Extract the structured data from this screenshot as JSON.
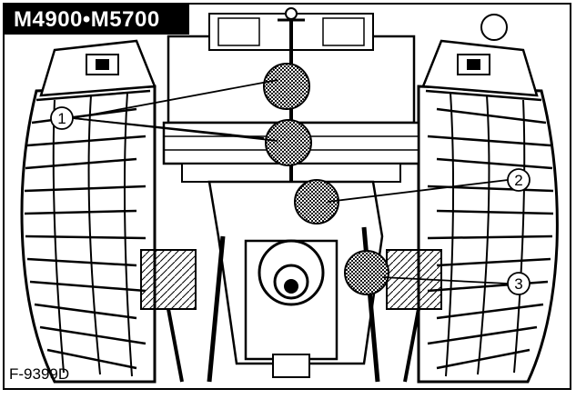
{
  "title": "M4900•M5700",
  "figure_id": "F-9399D",
  "callouts": [
    {
      "number": "1"
    },
    {
      "number": "2"
    },
    {
      "number": "3"
    }
  ],
  "colors": {
    "ink": "#000000",
    "paper": "#ffffff",
    "highlight": "#555555"
  }
}
